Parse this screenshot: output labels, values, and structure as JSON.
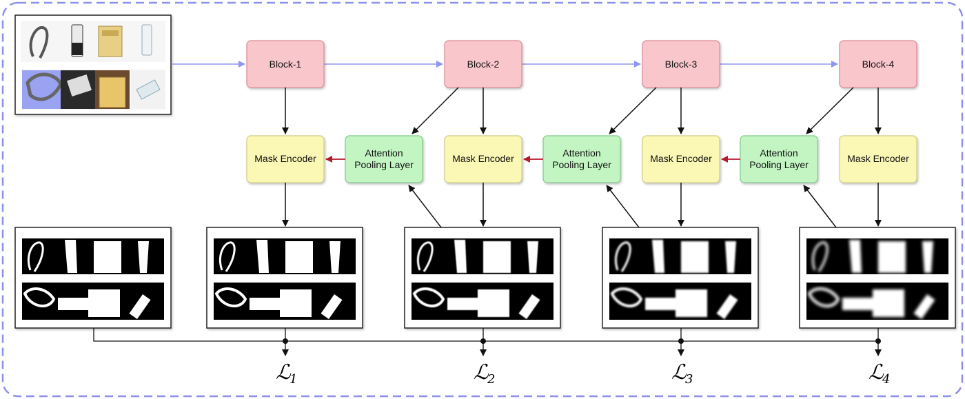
{
  "blocks": [
    {
      "label": "Block-1"
    },
    {
      "label": "Block-2"
    },
    {
      "label": "Block-3"
    },
    {
      "label": "Block-4"
    }
  ],
  "mask_encoders": [
    {
      "label": "Mask Encoder"
    },
    {
      "label": "Mask Encoder"
    },
    {
      "label": "Mask Encoder"
    },
    {
      "label": "Mask Encoder"
    }
  ],
  "attention_pooling": [
    {
      "line1": "Attention",
      "line2": "Pooling Layer"
    },
    {
      "line1": "Attention",
      "line2": "Pooling Layer"
    },
    {
      "line1": "Attention",
      "line2": "Pooling Layer"
    }
  ],
  "losses": [
    {
      "symbol": "ℒ",
      "sub": "1"
    },
    {
      "symbol": "ℒ",
      "sub": "2"
    },
    {
      "symbol": "ℒ",
      "sub": "3"
    },
    {
      "symbol": "ℒ",
      "sub": "4"
    }
  ],
  "colors": {
    "block_fill": "#f9c6cc",
    "block_stroke": "#d98b94",
    "encoder_fill": "#fbf7b5",
    "encoder_stroke": "#cfcb83",
    "pooling_fill": "#c3f5c3",
    "pooling_stroke": "#7fc98a",
    "input_arrow": "#8f95f0",
    "pool_arrow": "#b5192a",
    "frame_dash": "#8d90ea"
  }
}
